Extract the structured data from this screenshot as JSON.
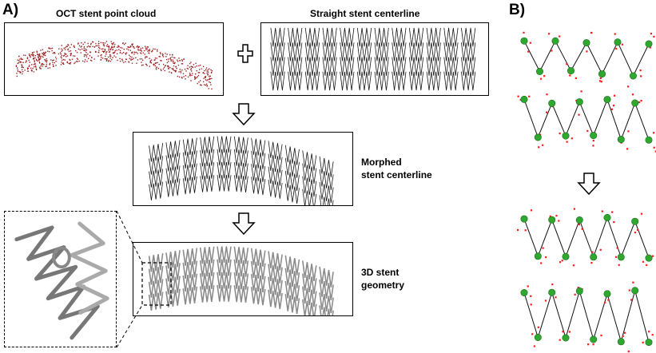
{
  "panels": {
    "a_label": "A)",
    "b_label": "B)"
  },
  "titles": {
    "point_cloud": "OCT stent point cloud",
    "straight": "Straight stent centerline"
  },
  "labels": {
    "morphed_line1": "Morphed",
    "morphed_line2": "stent centerline",
    "geometry_line1": "3D stent",
    "geometry_line2": "geometry"
  },
  "colors": {
    "point_cloud": "#9b1c1c",
    "points_red": "#ff1a1a",
    "node_green": "#2fa82f",
    "rendered_gray": "#8a8a8a",
    "line": "#111111"
  }
}
